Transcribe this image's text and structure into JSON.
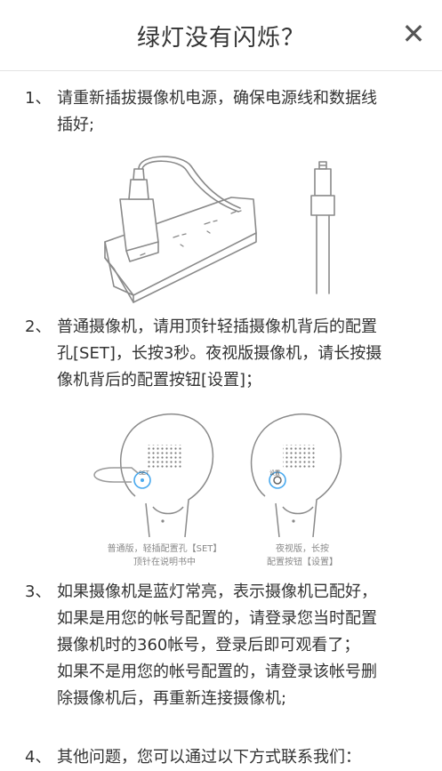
{
  "header": {
    "title": "绿灯没有闪烁？",
    "close_glyph": "✕"
  },
  "steps": [
    {
      "number": "1、",
      "lines": [
        "请重新插拔摄像机电源，确保电源线和数据线",
        "插好;"
      ]
    },
    {
      "number": "2、",
      "lines": [
        "普通摄像机，请用顶针轻插摄像机背后的配置",
        "孔[SET]，长按3秒。夜视版摄像机，请长按摄",
        "像机背后的配置按钮[设置]；"
      ]
    },
    {
      "number": "3、",
      "lines": [
        "如果摄像机是蓝灯常亮，表示摄像机已配好，",
        "如果是用您的帐号配置的，请登录您当时配置",
        "摄像机时的360帐号，登录后即可观看了；",
        "如果不是用您的帐号配置的，请登录该帐号删",
        "除摄像机后，再重新连接摄像机;"
      ]
    },
    {
      "number": "4、",
      "lines": [
        "其他问题，您可以通过以下方式联系我们："
      ]
    }
  ],
  "figure2": {
    "left_label": "SET",
    "right_label": "设置",
    "left_caption": [
      "普通版，轻插配置孔【SET】",
      "顶针在说明书中"
    ],
    "right_caption": [
      "夜视版，长按",
      "配置按钮【设置】"
    ]
  },
  "colors": {
    "accent_blue": "#49a9ee",
    "illustration_stroke": "#8a8a8a"
  }
}
